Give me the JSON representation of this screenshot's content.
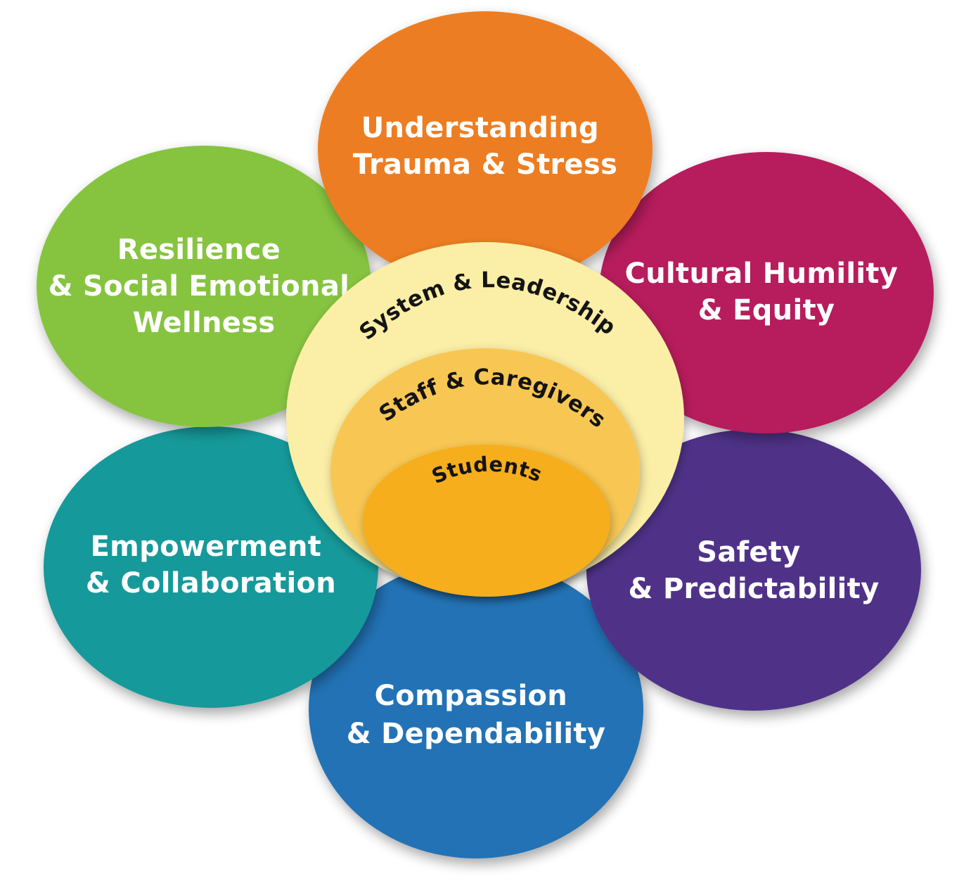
{
  "petals": [
    {
      "id": "understanding",
      "lines": [
        "Understanding",
        "Trauma & Stress"
      ],
      "color": "#ED7D22"
    },
    {
      "id": "cultural",
      "lines": [
        "Cultural Humility",
        "& Equity"
      ],
      "color": "#B71C5C"
    },
    {
      "id": "safety",
      "lines": [
        "Safety",
        "& Predictability"
      ],
      "color": "#503188"
    },
    {
      "id": "compassion",
      "lines": [
        "Compassion",
        "& Dependability"
      ],
      "color": "#2472B5"
    },
    {
      "id": "empowerment",
      "lines": [
        "Empowerment",
        "& Collaboration"
      ],
      "color": "#17999A"
    },
    {
      "id": "resilience",
      "lines": [
        "Resilience",
        "& Social Emotional",
        "Wellness"
      ],
      "color": "#86C440"
    }
  ],
  "center": {
    "outer_label": "System & Leadership",
    "middle_label": "Staff & Caregivers",
    "inner_label": "Students",
    "outer_color": "#FBEEA6",
    "middle_color": "#F8C752",
    "inner_color": "#F6AE1A"
  }
}
